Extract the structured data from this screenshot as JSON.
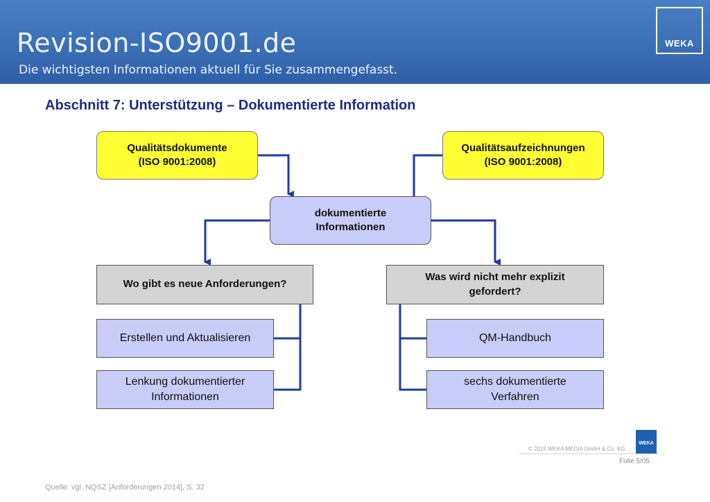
{
  "header": {
    "site_title": "Revision-ISO9001.de",
    "subtitle": "Die wichtigsten Informationen aktuell für Sie zusammengefasst.",
    "logo": "WEKA"
  },
  "section_title": "Abschnitt 7: Unterstützung – Dokumentierte Information",
  "diagram": {
    "top_left": {
      "line1": "Qualitätsdokumente",
      "line2": "(ISO 9001:2008)"
    },
    "top_right": {
      "line1": "Qualitätsaufzeichnungen",
      "line2": "(ISO 9001:2008)"
    },
    "center": {
      "line1": "dokumentierte",
      "line2": "Informationen"
    },
    "left_header": "Wo gibt es neue Anforderungen?",
    "right_header": {
      "line1": "Was wird nicht mehr explizit",
      "line2": "gefordert?"
    },
    "left_items": [
      {
        "line1": "Erstellen und Aktualisieren",
        "line2": ""
      },
      {
        "line1": "Lenkung dokumentierter",
        "line2": "Informationen"
      }
    ],
    "right_items": [
      {
        "line1": "QM-Handbuch",
        "line2": ""
      },
      {
        "line1": "sechs dokumentierte",
        "line2": "Verfahren"
      }
    ],
    "connector_color": "#1f3aa0"
  },
  "footer": {
    "copyright": "© 2015 WEKA MEDIA GmbH & Co. KG",
    "logo": "WEKA",
    "slide_label": "Folie",
    "slide_number": "5/05",
    "source": "Quelle: vgl. NQSZ [Anforderungen 2014], S. 32"
  }
}
